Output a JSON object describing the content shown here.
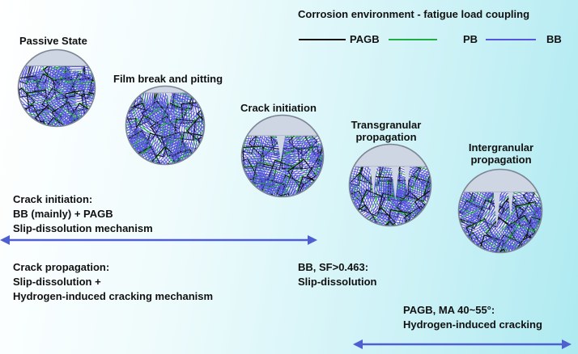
{
  "header": {
    "title": "Corrosion environment - fatigue load coupling"
  },
  "legend": [
    {
      "label": "PAGB",
      "color": "#111111"
    },
    {
      "label": "PB",
      "color": "#22aa44"
    },
    {
      "label": "BB",
      "color": "#5555dd"
    }
  ],
  "stages": [
    {
      "label": "Passive State"
    },
    {
      "label": "Film break and pitting"
    },
    {
      "label": "Crack initiation"
    },
    {
      "label_line1": "Transgranular",
      "label_line2": "propagation"
    },
    {
      "label_line1": "Intergranular",
      "label_line2": "propagation"
    }
  ],
  "notes": {
    "initiation": {
      "line1": "Crack initiation:",
      "line2": "BB (mainly) + PAGB",
      "line3": "Slip-dissolution mechanism"
    },
    "propagation": {
      "line1": "Crack propagation:",
      "line2": "Slip-dissolution +",
      "line3": "Hydrogen-induced cracking mechanism"
    },
    "bb": {
      "line1": "BB, SF>0.463:",
      "line2": "Slip-dissolution"
    },
    "pagb": {
      "line1": "PAGB, MA 40~55°:",
      "line2": "Hydrogen-induced cracking"
    }
  },
  "colors": {
    "arrow": "#4f5fd0",
    "surface": "#cfd6e3",
    "circle_edge": "#7b8494",
    "grain_fill": "#f2f3f8"
  }
}
